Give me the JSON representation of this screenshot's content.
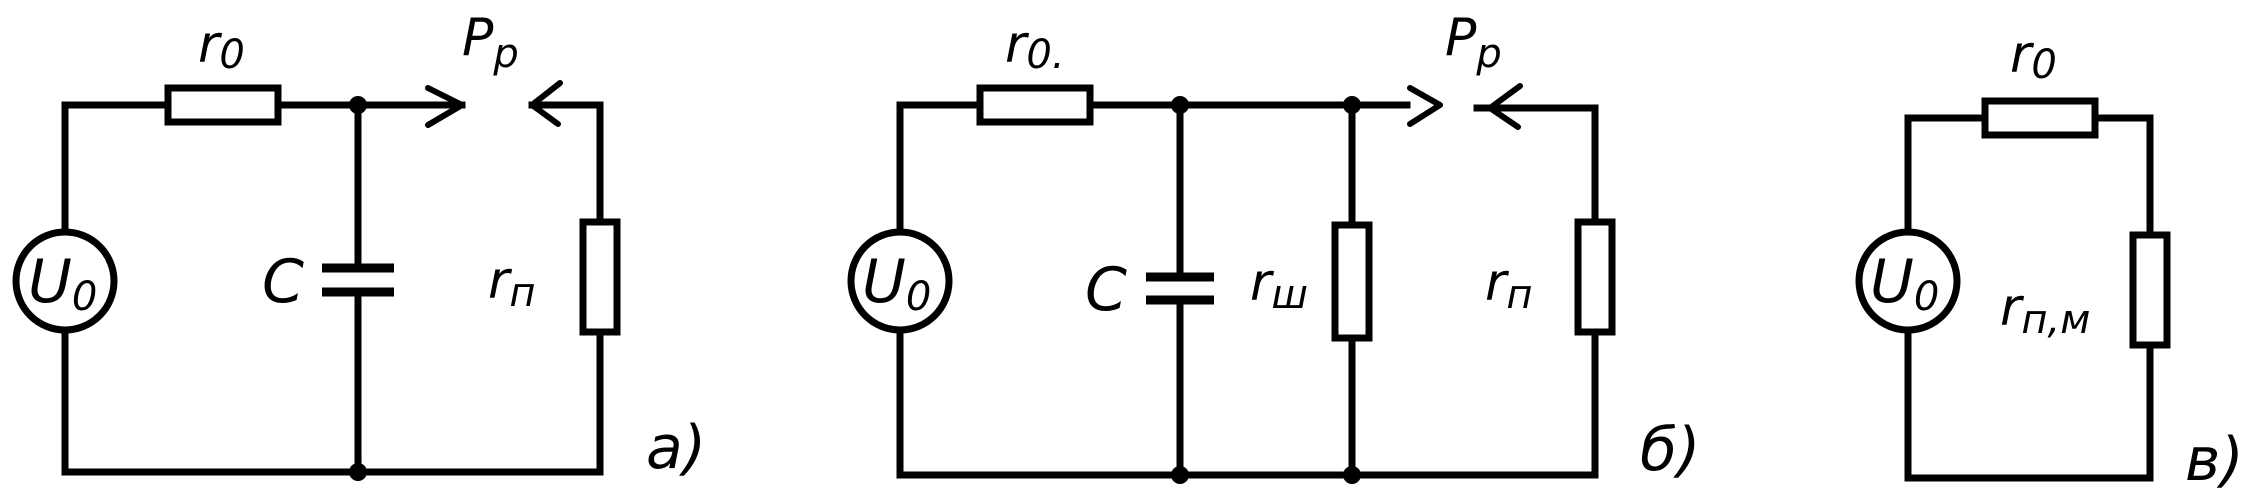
{
  "diagrams": [
    {
      "id": "a",
      "caption": "а)",
      "source": {
        "main": "U",
        "sub": "0"
      },
      "series_resistor": {
        "main": "r",
        "sub": "0"
      },
      "capacitor": "C",
      "relay": {
        "main": "P",
        "sub": "p"
      },
      "load_resistor": {
        "main": "r",
        "sub": "п"
      }
    },
    {
      "id": "b",
      "caption": "б)",
      "source": {
        "main": "U",
        "sub": "0"
      },
      "series_resistor": {
        "main": "r",
        "sub": "0."
      },
      "capacitor": "C",
      "shunt_resistor": {
        "main": "r",
        "sub": "ш"
      },
      "relay": {
        "main": "P",
        "sub": "p"
      },
      "load_resistor": {
        "main": "r",
        "sub": "п"
      }
    },
    {
      "id": "c",
      "caption": "в)",
      "source": {
        "main": "U",
        "sub": "0"
      },
      "series_resistor": {
        "main": "r",
        "sub": "0"
      },
      "load_resistor": {
        "main": "r",
        "sub": "п,м"
      }
    }
  ]
}
